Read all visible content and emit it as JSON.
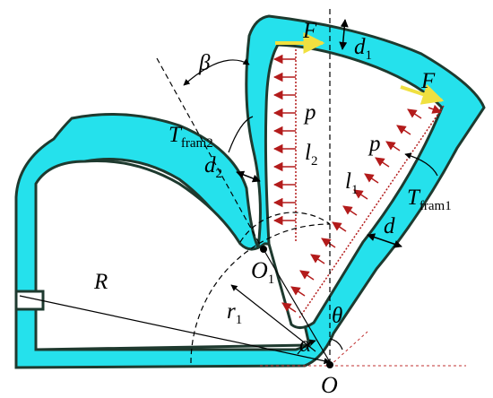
{
  "colors": {
    "frame_fill": "#25e1ec",
    "frame_stroke": "#1e3a2f",
    "pressure": "#b31b1b",
    "force": "#f0e040",
    "construction": "#000000"
  },
  "labels": {
    "F_top": "F",
    "F_right": "F",
    "d1": {
      "base": "d",
      "sub": "1"
    },
    "beta": "β",
    "p_top": "p",
    "p_right": "p",
    "T_fram2": {
      "base": "T",
      "sub": "fram2"
    },
    "l2": {
      "base": "l",
      "sub": "2"
    },
    "l1": {
      "base": "l",
      "sub": "1"
    },
    "d2": {
      "base": "d",
      "sub": "2"
    },
    "T_fram1": {
      "base": "T",
      "sub": "fram1"
    },
    "d": "d",
    "O1": {
      "base": "O",
      "sub": "1"
    },
    "R": "R",
    "r1": {
      "base": "r",
      "sub": "1"
    },
    "theta": "θ",
    "alpha": "α",
    "O": "O"
  }
}
